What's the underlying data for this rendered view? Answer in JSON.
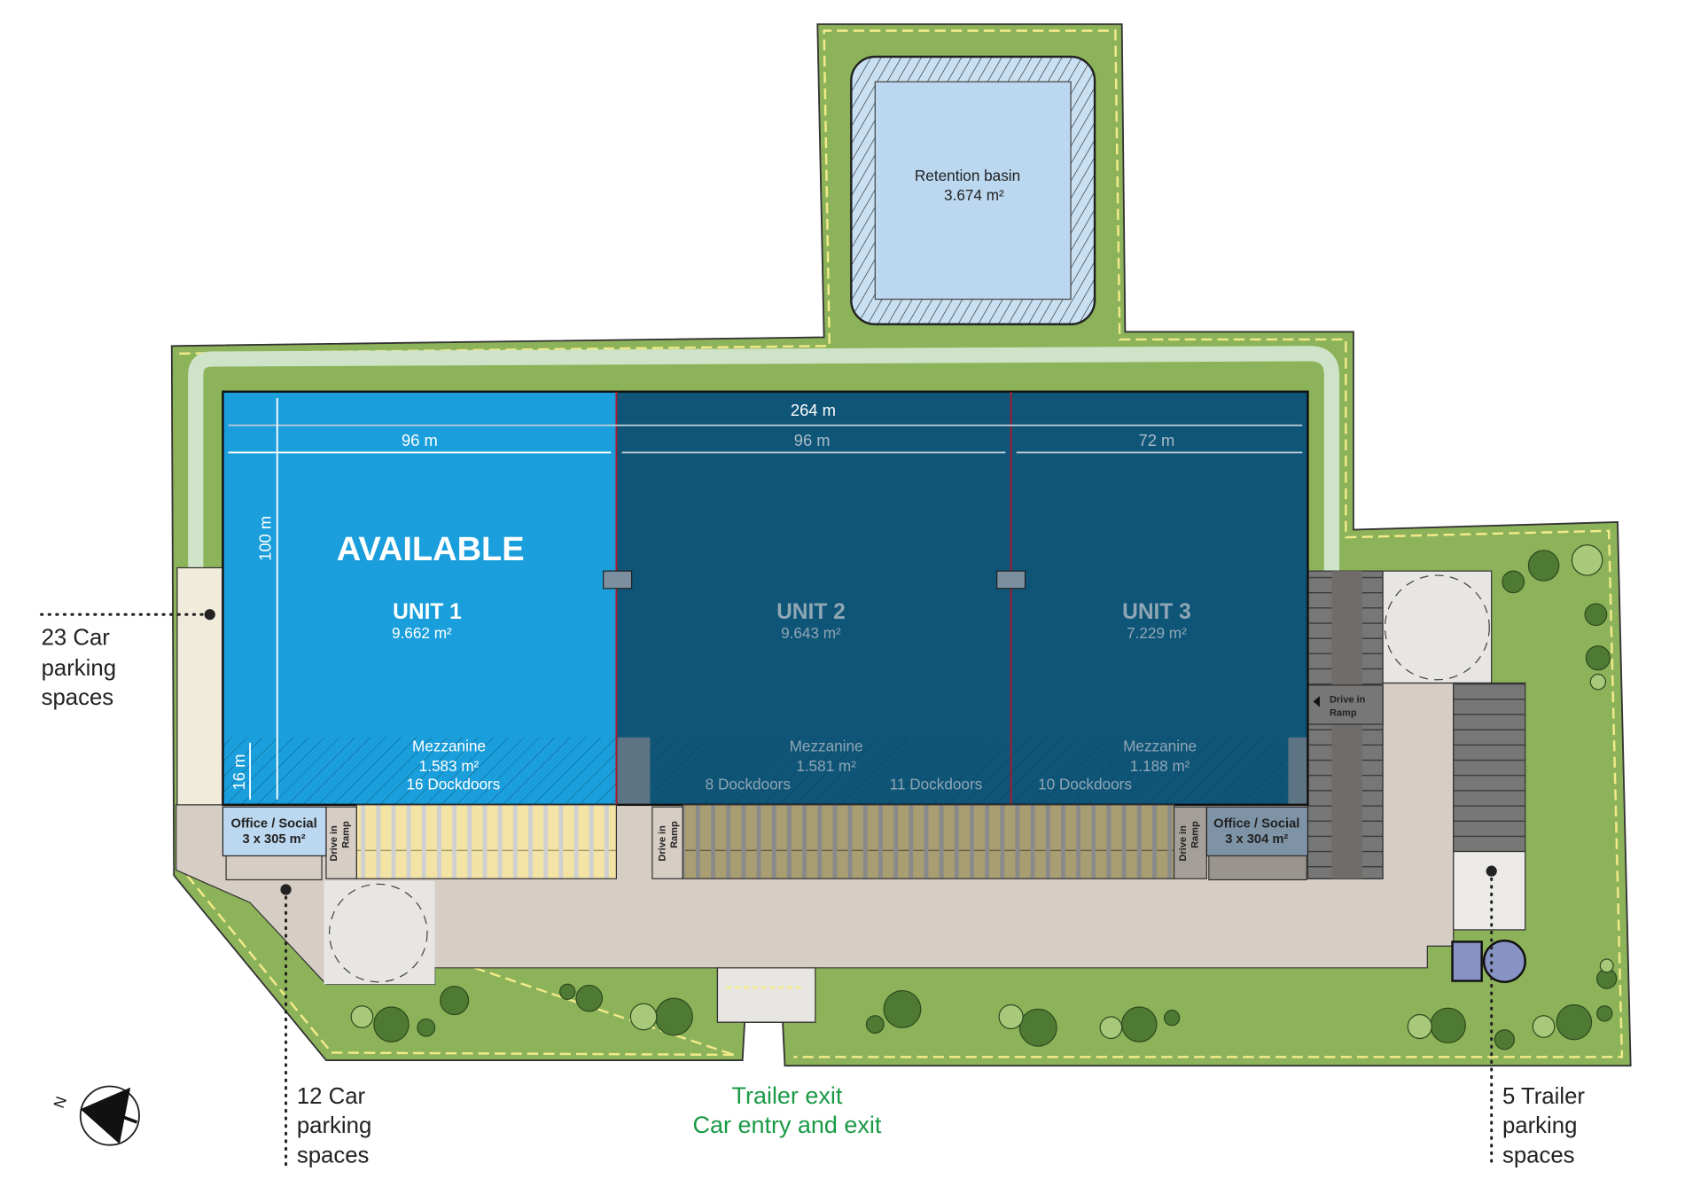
{
  "basin": {
    "title": "Retention basin",
    "area": "3.674 m²"
  },
  "dimensions": {
    "total_width": "264 m",
    "unit1_width": "96 m",
    "unit2_width": "96 m",
    "unit3_width": "72 m",
    "depth": "100 m",
    "mezz_depth": "16 m"
  },
  "units": [
    {
      "status": "AVAILABLE",
      "name": "UNIT 1",
      "area": "9.662 m²",
      "mezz_label": "Mezzanine",
      "mezz_area": "1.583 m²",
      "docks": "16 Dockdoors"
    },
    {
      "name": "UNIT 2",
      "area": "9.643 m²",
      "mezz_label": "Mezzanine",
      "mezz_area": "1.581 m²",
      "docks": "8 Dockdoors"
    },
    {
      "name": "UNIT 3",
      "area": "7.229 m²",
      "mezz_label": "Mezzanine",
      "mezz_area": "1.188 m²",
      "docks": "11 Dockdoors",
      "docks_b": "10 Dockdoors"
    }
  ],
  "offices": [
    {
      "label": "Office / Social",
      "area": "3 x 305 m²"
    },
    {
      "label": "Office / Social",
      "area": "3 x 304 m²"
    }
  ],
  "ramps": {
    "line1": "Drive in",
    "line2": "Ramp"
  },
  "callouts": {
    "left_parking": [
      "23 Car",
      "parking",
      "spaces"
    ],
    "bottom_parking": [
      "12 Car",
      "parking",
      "spaces"
    ],
    "trailer_parking": [
      "5 Trailer",
      "parking",
      "spaces"
    ],
    "access": [
      "Trailer exit",
      "Car entry and exit"
    ]
  },
  "compass": {
    "north": "N"
  },
  "colors": {
    "available": "#1a9fdc",
    "let": "#0f5577",
    "grass": "#8db35a",
    "water": "#bcd8f0",
    "access_text": "#1a9a45"
  }
}
